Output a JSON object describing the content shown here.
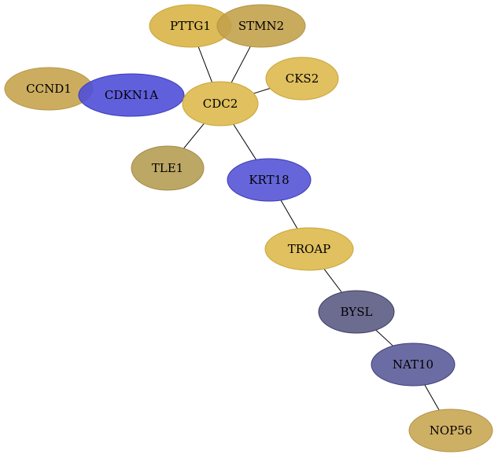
{
  "nodes": [
    {
      "id": "PTTG1",
      "label": "PTTG1",
      "fill": "#d8b446",
      "stroke": "#c9a53a"
    },
    {
      "id": "STMN2",
      "label": "STMN2",
      "fill": "#c3a24c",
      "stroke": "#b39247"
    },
    {
      "id": "CCND1",
      "label": "CCND1",
      "fill": "#c7a44e",
      "stroke": "#b89747"
    },
    {
      "id": "CDKN1A",
      "label": "CDKN1A",
      "fill": "#4f4fd9",
      "stroke": "#3a3ab8"
    },
    {
      "id": "CDC2",
      "label": "CDC2",
      "fill": "#ddb94e",
      "stroke": "#c9a53a"
    },
    {
      "id": "CKS2",
      "label": "CKS2",
      "fill": "#ddb94e",
      "stroke": "#c9a53a"
    },
    {
      "id": "TLE1",
      "label": "TLE1",
      "fill": "#b59d53",
      "stroke": "#a38c45"
    },
    {
      "id": "KRT18",
      "label": "KRT18",
      "fill": "#5555d6",
      "stroke": "#3a3ab8"
    },
    {
      "id": "TROAP",
      "label": "TROAP",
      "fill": "#ddb94e",
      "stroke": "#c9a53a"
    },
    {
      "id": "BYSL",
      "label": "BYSL",
      "fill": "#5c5c85",
      "stroke": "#3e3e66"
    },
    {
      "id": "NAT10",
      "label": "NAT10",
      "fill": "#5c5c9a",
      "stroke": "#3e3e7a"
    },
    {
      "id": "NOP56",
      "label": "NOP56",
      "fill": "#c9a753",
      "stroke": "#b39247"
    }
  ],
  "edges": [
    [
      "PTTG1",
      "CDC2"
    ],
    [
      "STMN2",
      "CDC2"
    ],
    [
      "CCND1",
      "CDKN1A"
    ],
    [
      "CDKN1A",
      "CDC2"
    ],
    [
      "CKS2",
      "CDC2"
    ],
    [
      "TLE1",
      "CDC2"
    ],
    [
      "CDC2",
      "KRT18"
    ],
    [
      "KRT18",
      "TROAP"
    ],
    [
      "TROAP",
      "BYSL"
    ],
    [
      "BYSL",
      "NAT10"
    ],
    [
      "NAT10",
      "NOP56"
    ]
  ]
}
